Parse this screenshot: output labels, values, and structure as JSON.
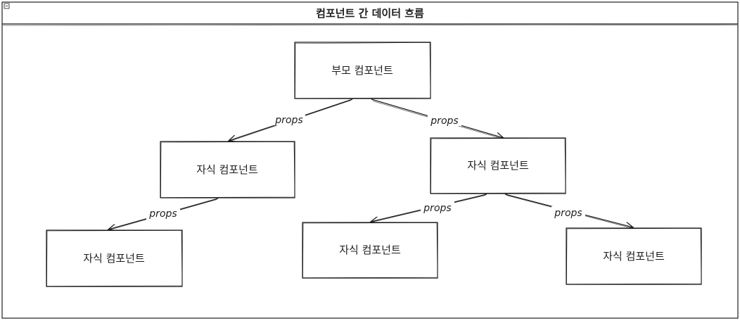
{
  "diagram": {
    "title": "컴포넌트 간 데이터 흐름",
    "nodes": [
      {
        "id": "parent",
        "label": "부모 컴포넌트"
      },
      {
        "id": "child-left",
        "label": "자식 컴포넌트"
      },
      {
        "id": "child-right",
        "label": "자식 컴포넌트"
      },
      {
        "id": "grandchild-1",
        "label": "자식 컴포넌트"
      },
      {
        "id": "grandchild-2",
        "label": "자식 컴포넌트"
      },
      {
        "id": "grandchild-3",
        "label": "자식 컴포넌트"
      }
    ],
    "edges": [
      {
        "from": "parent",
        "to": "child-left",
        "label": "props"
      },
      {
        "from": "parent",
        "to": "child-right",
        "label": "props"
      },
      {
        "from": "child-left",
        "to": "grandchild-1",
        "label": "props"
      },
      {
        "from": "child-right",
        "to": "grandchild-2",
        "label": "props"
      },
      {
        "from": "child-right",
        "to": "grandchild-3",
        "label": "props"
      }
    ],
    "colors": {
      "stroke": "#1e1e1e",
      "background": "#ffffff"
    }
  }
}
